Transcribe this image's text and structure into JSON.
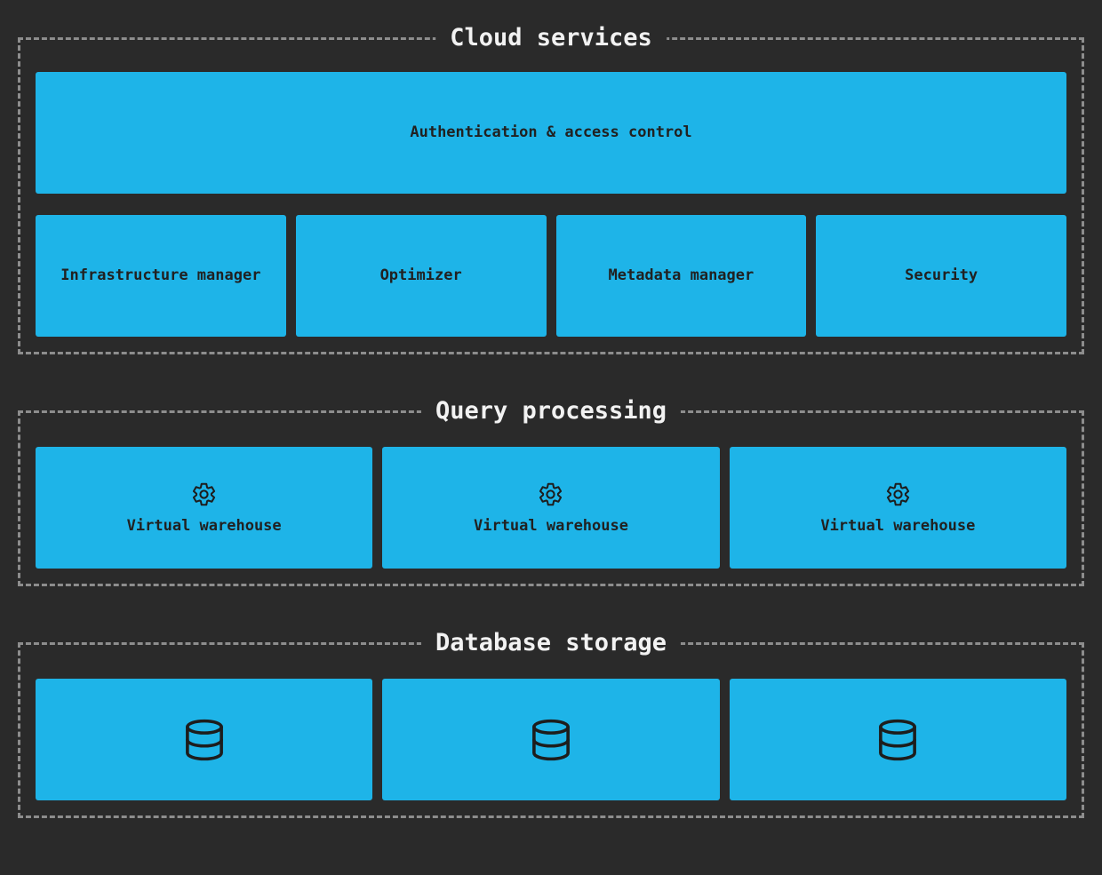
{
  "colors": {
    "background": "#2A2A2A",
    "accent": "#1EB4E8",
    "border": "#8D8D8D",
    "title_text": "#F2F2F2",
    "box_text": "#212121"
  },
  "sections": [
    {
      "title": "Cloud services",
      "boxes": [
        {
          "label": "Authentication & access control"
        },
        {
          "label": "Infrastructure manager"
        },
        {
          "label": "Optimizer"
        },
        {
          "label": "Metadata manager"
        },
        {
          "label": "Security"
        }
      ]
    },
    {
      "title": "Query processing",
      "boxes": [
        {
          "icon": "gear-icon",
          "label": "Virtual warehouse"
        },
        {
          "icon": "gear-icon",
          "label": "Virtual warehouse"
        },
        {
          "icon": "gear-icon",
          "label": "Virtual warehouse"
        }
      ]
    },
    {
      "title": "Database storage",
      "boxes": [
        {
          "icon": "database-icon"
        },
        {
          "icon": "database-icon"
        },
        {
          "icon": "database-icon"
        }
      ]
    }
  ]
}
